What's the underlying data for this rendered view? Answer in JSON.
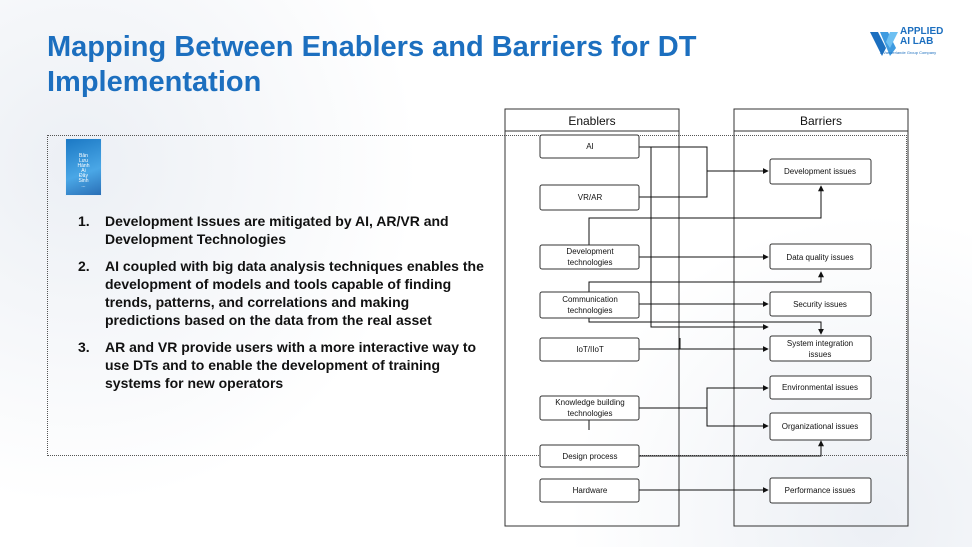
{
  "slide": {
    "title": "Mapping Between Enablers and Barriers for DT Implementation",
    "logo": {
      "text_line1": "APPLIED",
      "text_line2": "AI LAB",
      "tagline": "a Vanderlande Group Company"
    },
    "thumbnail": {
      "lines": [
        "Bản",
        "Lưu",
        "Hành",
        "Ai",
        "Đây",
        "Sinh",
        "..."
      ]
    },
    "points": [
      {
        "num": "1.",
        "text": "Development Issues are mitigated by AI, AR/VR and Development Technologies"
      },
      {
        "num": "2.",
        "text": "AI coupled with big data analysis techniques enables the development of models and tools capable of finding trends, patterns, and correlations and making predictions based on the data from the real asset"
      },
      {
        "num": "3.",
        "text": "AR and VR provide users with a more interactive way to use DTs and to enable the development of training systems for new operators"
      }
    ]
  },
  "diagram": {
    "enablers_header": "Enablers",
    "barriers_header": "Barriers",
    "enablers": [
      {
        "id": "ai",
        "lines": [
          "AI"
        ]
      },
      {
        "id": "vrar",
        "lines": [
          "VR/AR"
        ]
      },
      {
        "id": "devtech",
        "lines": [
          "Development",
          "technologies"
        ]
      },
      {
        "id": "commtech",
        "lines": [
          "Communication",
          "technologies"
        ]
      },
      {
        "id": "iot",
        "lines": [
          "IoT/IIoT"
        ]
      },
      {
        "id": "knowledge",
        "lines": [
          "Knowledge building",
          "technologies"
        ]
      },
      {
        "id": "design",
        "lines": [
          "Design process"
        ]
      },
      {
        "id": "hardware",
        "lines": [
          "Hardware"
        ]
      }
    ],
    "barriers": [
      {
        "id": "dev_issues",
        "lines": [
          "Development issues"
        ]
      },
      {
        "id": "data_quality",
        "lines": [
          "Data quality issues"
        ]
      },
      {
        "id": "security",
        "lines": [
          "Security issues"
        ]
      },
      {
        "id": "sysint",
        "lines": [
          "System integration",
          "issues"
        ]
      },
      {
        "id": "env",
        "lines": [
          "Environmental issues"
        ]
      },
      {
        "id": "org",
        "lines": [
          "Organizational issues"
        ]
      },
      {
        "id": "perf",
        "lines": [
          "Performance issues"
        ]
      }
    ]
  }
}
